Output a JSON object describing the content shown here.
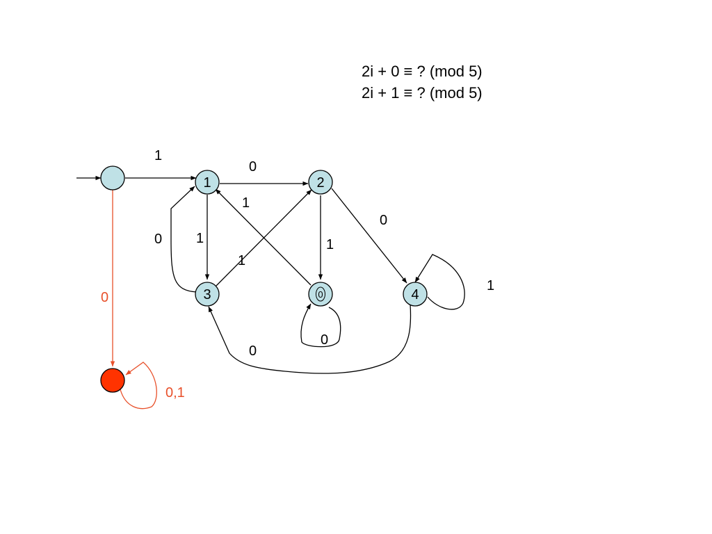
{
  "colors": {
    "state_fill": "#bfe1e6",
    "dead_fill": "#ff3300",
    "dead_edge": "#e8502a",
    "line": "#000000"
  },
  "formulas": {
    "line1": "2i + 0 ≡ ? (mod 5)",
    "line2": "2i + 1 ≡ ? (mod 5)"
  },
  "states": {
    "start": "",
    "s1": "1",
    "s2": "2",
    "s3": "3",
    "s0": "0",
    "s4": "4",
    "dead": ""
  },
  "accepting_state": "0",
  "edges": {
    "start_to_1": "1",
    "start_to_dead": "0",
    "s1_to_2": "0",
    "s1_to_3": "1",
    "s3_to_1": "0",
    "s3_to_2": "1",
    "s0_to_1": "1",
    "s2_to_0": "1",
    "s2_to_4": "0",
    "s4_loop": "1",
    "s0_loop": "0",
    "s4_to_3": "0",
    "dead_loop": "0,1"
  }
}
